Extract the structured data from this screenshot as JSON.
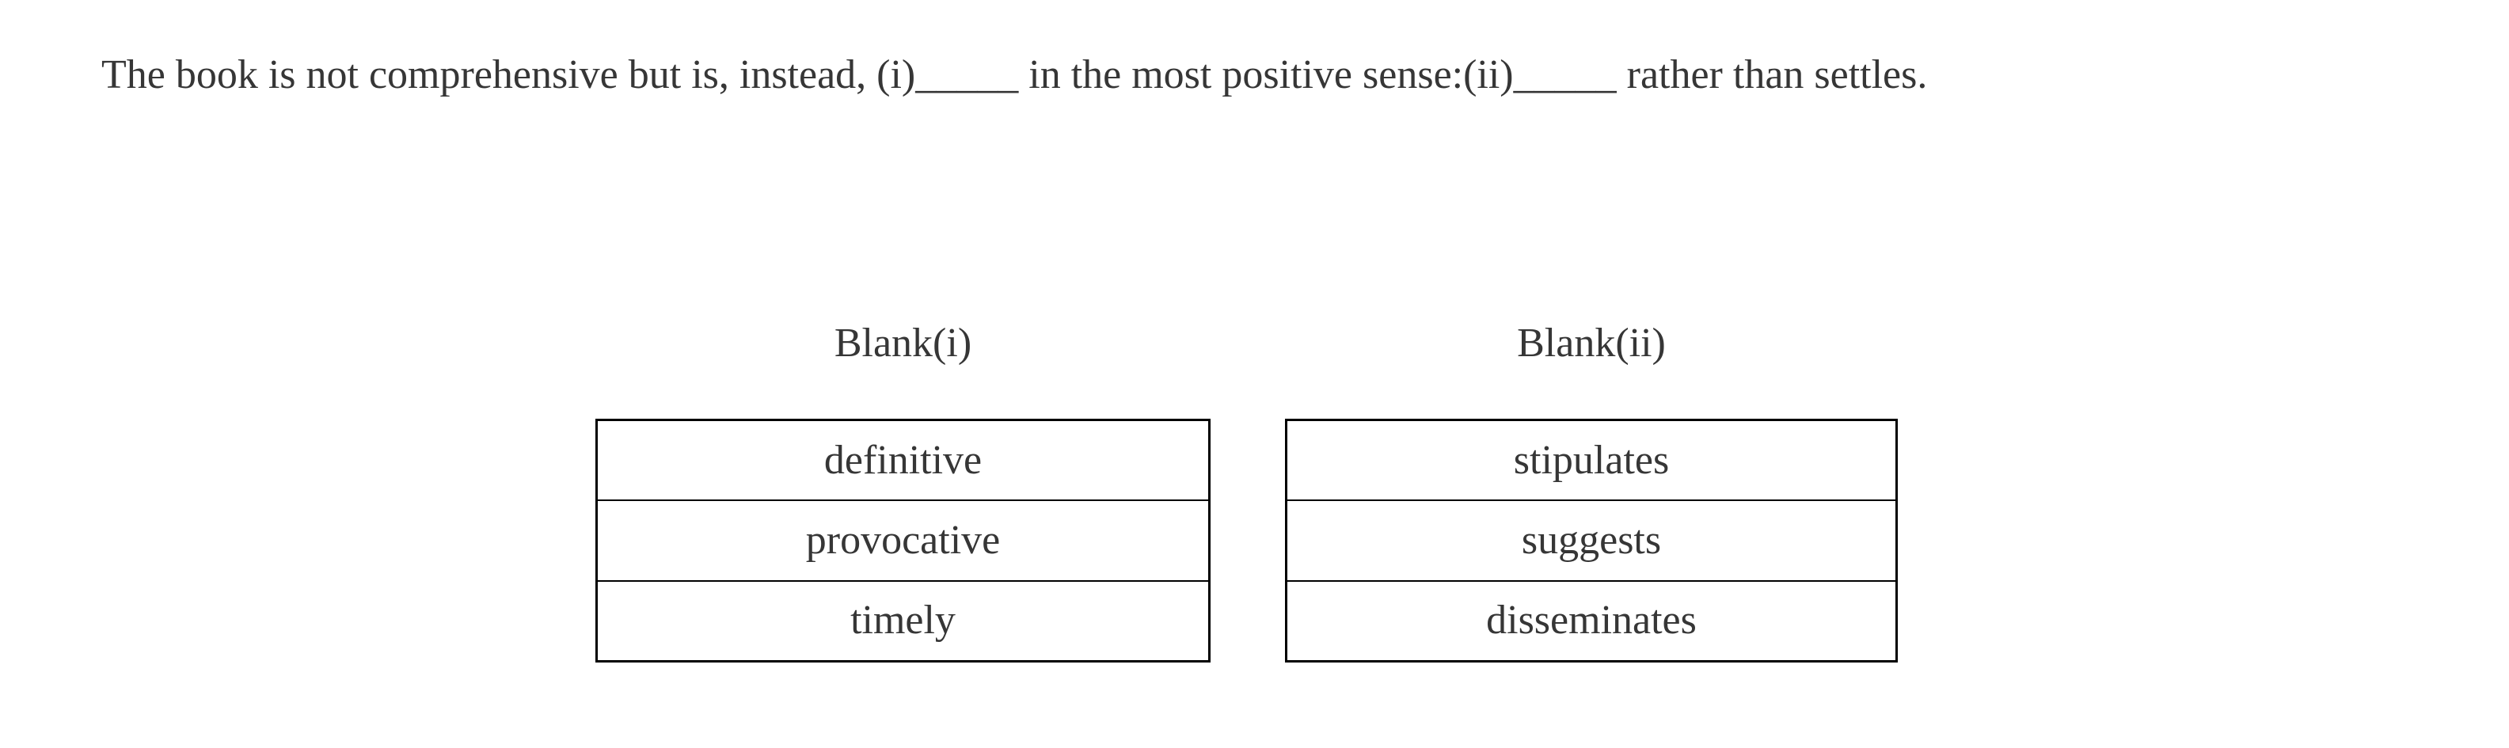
{
  "question": {
    "sentence": {
      "before_blank_i": "The book is not comprehensive but is, instead, (i)",
      "blank_i_line": "_____",
      "between_blanks": " in the most positive sense:(ii)",
      "blank_ii_line": "_____",
      "after_blank_ii": " rather than settles."
    }
  },
  "columns": [
    {
      "label": "Blank(i)",
      "options": [
        "definitive",
        "provocative",
        "timely"
      ]
    },
    {
      "label": "Blank(ii)",
      "options": [
        "stipulates",
        "suggests",
        "disseminates"
      ]
    }
  ],
  "colors": {
    "background": "#ffffff",
    "text": "#363636",
    "table_border": "#000000"
  }
}
